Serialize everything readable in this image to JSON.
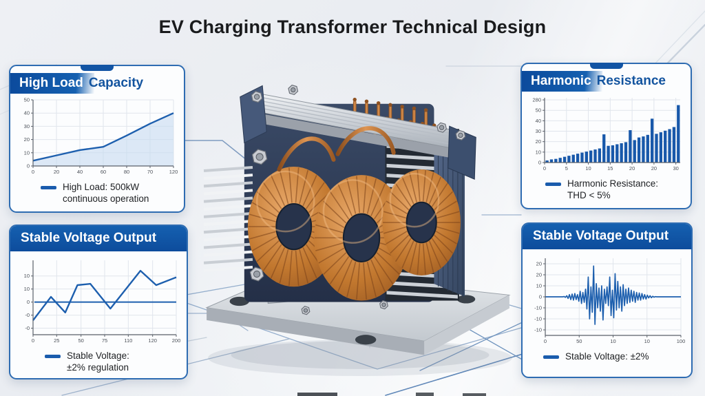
{
  "title": "EV Charging Transformer Technical Design",
  "colors": {
    "accent_blue": "#1254a4",
    "chart_line": "#1d5fae",
    "bar_fill": "#1858aa",
    "area_fill": "#c7dbf0",
    "panel_border": "#2e6cb2",
    "copper": "#b87333",
    "title_text": "#1a1b1d"
  },
  "panels": {
    "high_load": {
      "header_highlight": "High Load",
      "header_rest": "Capacity",
      "legend_line1": "High Load: 500kW",
      "legend_line2": "continuous operation"
    },
    "harmonic": {
      "header_highlight": "Harmonic",
      "header_rest": "Resistance",
      "legend_line1": "Harmonic Resistance:",
      "legend_line2": "THD < 5%"
    },
    "stable_left": {
      "header": "Stable Voltage Output",
      "legend_line1": "Stable Voltage:",
      "legend_line2": "±2% regulation"
    },
    "stable_right": {
      "header": "Stable Voltage Output",
      "legend_line1": "Stable Voltage: ±2%"
    }
  },
  "chart_data": [
    {
      "type": "area",
      "title": "High Load Capacity",
      "legend": "High Load: 500kW continuous operation",
      "x": [
        0,
        20,
        40,
        60,
        80,
        100,
        120
      ],
      "y": [
        4,
        8,
        12,
        14.5,
        23,
        32,
        40
      ],
      "xlim": [
        0,
        120
      ],
      "ylim": [
        0,
        50
      ],
      "x_ticks": [
        0,
        20,
        40,
        60,
        80,
        100,
        120
      ],
      "x_tick_labels": [
        "0",
        "20",
        "40",
        "60",
        "80",
        "70",
        "120"
      ],
      "y_ticks": [
        50,
        40,
        30,
        20,
        10,
        0
      ],
      "y_tick_labels": [
        "50",
        "40",
        "30",
        "20",
        "10",
        "0"
      ],
      "grid": true,
      "legend_position": "bottom"
    },
    {
      "type": "bar",
      "title": "Harmonic Resistance",
      "legend": "Harmonic Resistance: THD < 5%",
      "values": [
        2,
        3,
        3.5,
        4.5,
        5.5,
        6.5,
        7.5,
        8.5,
        9.5,
        10.5,
        11.5,
        12.5,
        13.5,
        27,
        16,
        16.5,
        17.5,
        18.5,
        19.5,
        31,
        21.5,
        24,
        25,
        26.5,
        42,
        27.5,
        29,
        30.5,
        32,
        34,
        55
      ],
      "xlim": [
        0,
        31
      ],
      "ylim": [
        0,
        62
      ],
      "x_ticks": [
        0,
        5,
        10,
        15,
        20,
        25,
        30
      ],
      "x_tick_labels": [
        "0",
        "5",
        "10",
        "15",
        "20",
        "20",
        "30"
      ],
      "y_ticks": [
        60,
        50,
        40,
        30,
        20,
        10,
        0
      ],
      "y_tick_labels": [
        "280",
        "50",
        "40",
        "30",
        "20",
        "10",
        "0"
      ],
      "grid": true,
      "legend_position": "bottom"
    },
    {
      "type": "line",
      "title": "Stable Voltage Output",
      "legend": "Stable Voltage: ±2% regulation",
      "points": [
        [
          0,
          -7
        ],
        [
          25,
          2
        ],
        [
          45,
          -4
        ],
        [
          62,
          6.5
        ],
        [
          80,
          7
        ],
        [
          108,
          -2.5
        ],
        [
          150,
          12
        ],
        [
          172,
          6.5
        ],
        [
          200,
          9.5
        ]
      ],
      "zero_line": true,
      "xlim": [
        0,
        200
      ],
      "ylim": [
        -12.5,
        16
      ],
      "x_ticks": [
        0,
        33,
        67,
        100,
        133,
        167,
        200
      ],
      "x_tick_labels": [
        "0",
        "25",
        "50",
        "75",
        "110",
        "120",
        "200"
      ],
      "y_ticks": [
        10,
        5,
        0,
        -5,
        -10
      ],
      "y_tick_labels": [
        "10",
        "10",
        "0",
        "-0",
        "-0"
      ],
      "grid": true,
      "legend_position": "bottom"
    },
    {
      "type": "wave",
      "title": "Stable Voltage Output",
      "legend": "Stable Voltage: ±2%",
      "values": [
        0,
        0,
        0,
        0,
        0,
        0,
        0,
        0,
        0,
        0,
        0,
        0,
        0,
        0,
        0.3,
        -0.5,
        1,
        -1.5,
        2,
        -2.5,
        2.5,
        -3,
        3,
        -2.5,
        2,
        -4,
        5,
        -6,
        4,
        -5,
        7,
        -11,
        18,
        -20,
        9,
        -14,
        28,
        -25,
        12,
        -10,
        8,
        -13,
        10,
        -21,
        7,
        -6,
        9,
        -8,
        18,
        -17,
        6,
        -19,
        21,
        -12,
        14,
        -10,
        9,
        -13,
        11,
        -8,
        7,
        -6,
        8,
        -5,
        6,
        -4,
        5,
        -5,
        4,
        -3,
        3.5,
        -3,
        3,
        -2,
        2,
        -2,
        1.5,
        -1,
        1,
        -0.8,
        0.5,
        -0.3,
        0.2,
        0,
        0,
        0,
        0,
        0,
        0,
        0,
        0,
        0,
        0,
        0,
        0,
        0,
        0,
        0,
        0,
        0,
        0,
        0
      ],
      "xlim": [
        0,
        100
      ],
      "ylim": [
        -35,
        35
      ],
      "x_ticks": [
        0,
        25,
        50,
        75,
        100
      ],
      "x_tick_labels": [
        "0",
        "50",
        "10",
        "10",
        "100"
      ],
      "y_ticks": [
        30,
        20,
        10,
        0,
        -10,
        -20,
        -30
      ],
      "y_tick_labels": [
        "20",
        "20",
        "10",
        "0",
        "-10",
        "-10",
        "-10"
      ],
      "grid": true,
      "legend_position": "bottom"
    }
  ]
}
